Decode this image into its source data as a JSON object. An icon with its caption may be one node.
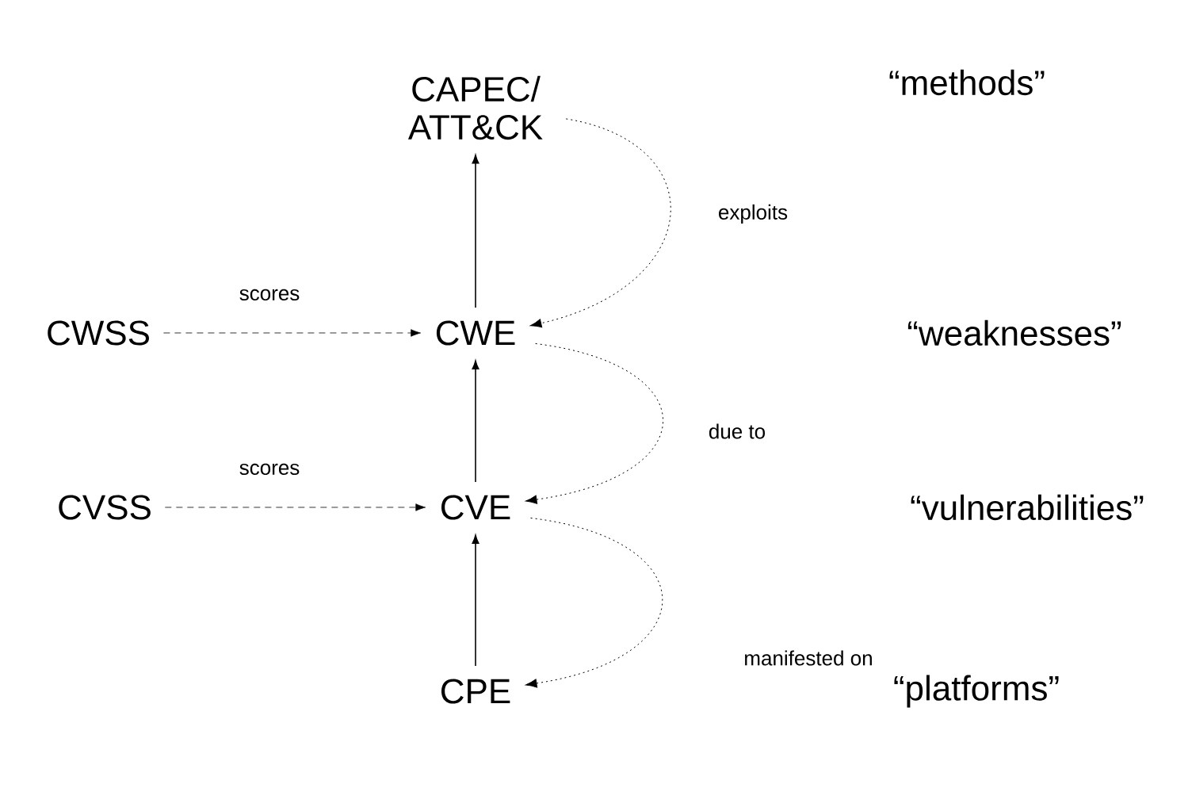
{
  "diagram": {
    "nodes": [
      {
        "text": [
          "CAPEC/ ATT&CK"
        ]
      },
      {
        "text": [
          "CWSS"
        ]
      },
      {
        "text": [
          "CWE"
        ]
      },
      {
        "text": [
          "CVSS"
        ]
      },
      {
        "text": [
          "CVE"
        ]
      },
      {
        "text": [
          "CPE"
        ]
      }
    ],
    "edges": [
      {
        "from": 1,
        "to": 2,
        "arrow": "to",
        "label": "scores",
        "style": "dashed"
      },
      {
        "from": 3,
        "to": 4,
        "arrow": "to",
        "label": "scores",
        "style": "dashed"
      },
      {
        "from": 2,
        "to": 0,
        "arrow": "to"
      },
      {
        "from": 4,
        "to": 2,
        "arrow": "to"
      },
      {
        "from": 5,
        "to": 4,
        "arrow": "to"
      },
      {
        "from": 0,
        "to": 2,
        "arrow": "to",
        "label": "exploits",
        "style": "dashed"
      },
      {
        "from": 2,
        "to": 4,
        "arrow": "to",
        "label": "due to",
        "style": "dashed"
      },
      {
        "from": 4,
        "to": 5,
        "arrow": "to",
        "label": "manifested on",
        "style": "dashed"
      }
    ],
    "labels": [
      "“methods”",
      "“weaknesses”",
      "“vulnerabilities”",
      "“platforms”"
    ]
  }
}
